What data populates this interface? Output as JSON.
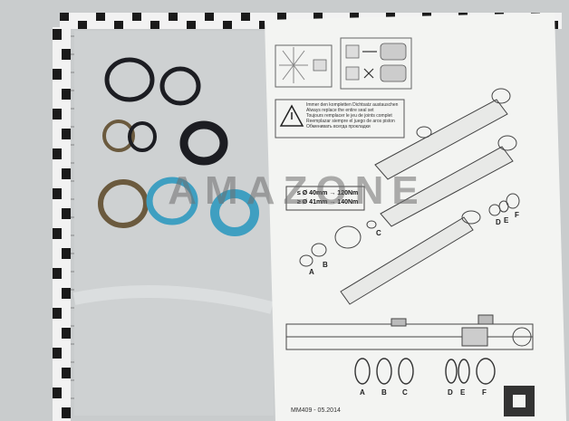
{
  "watermark": "AMAZONE",
  "instruction_sheet": {
    "warning_lines": [
      "Immer den kompletten Dichtsatz austauschen",
      "Always replace the entire seal set",
      "Toujours remplacer le jeu de joints complet",
      "Reemplazar siempre el juego de aros piston",
      "Обменивать всегда прокладки"
    ],
    "torque_lines": [
      "≤ Ø 40mm → 120Nm",
      "≥ Ø 41mm → 140Nm"
    ],
    "part_labels_exploded": [
      "A",
      "B",
      "C",
      "D",
      "E",
      "F"
    ],
    "part_labels_bottom": [
      "A",
      "B",
      "C",
      "D",
      "E",
      "F"
    ],
    "footer_code": "MM409 - 05.2014"
  },
  "colors": {
    "background": "#c9cccd",
    "paper": "#f3f4f2",
    "ruler_black": "#1a1a1a",
    "ruler_white": "#f2f2f2",
    "seal_dark": "#1c1d22",
    "seal_bronze": "#6b5a3e",
    "seal_blue": "#3f9fc1"
  }
}
